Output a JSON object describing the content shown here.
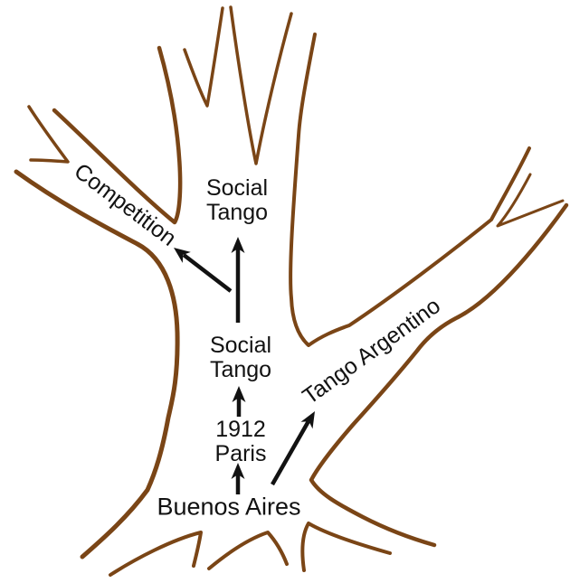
{
  "diagram_type": "tree-evolution-diagram",
  "colors": {
    "branch": "#7a4516",
    "arrow": "#121212",
    "text": "#121212",
    "background": "#ffffff"
  },
  "labels": {
    "competition": {
      "text": "Competition"
    },
    "social_tango_upper": {
      "line1": "Social",
      "line2": "Tango"
    },
    "social_tango_mid": {
      "line1": "Social",
      "line2": "Tango"
    },
    "paris_1912": {
      "line1": "1912",
      "line2": "Paris"
    },
    "buenos_aires": {
      "text": "Buenos Aires"
    },
    "tango_argentino": {
      "text": "Tango Argentino"
    }
  },
  "edges": [
    {
      "from": "Buenos Aires",
      "to": "1912 Paris",
      "direction": "up"
    },
    {
      "from": "1912 Paris",
      "to": "Social Tango",
      "direction": "up"
    },
    {
      "from": "Social Tango",
      "to": "Social Tango (crown)",
      "direction": "up"
    },
    {
      "from": "Social Tango",
      "to": "Competition",
      "direction": "up-left"
    },
    {
      "from": "Buenos Aires",
      "to": "Tango Argentino",
      "direction": "up-right"
    }
  ]
}
